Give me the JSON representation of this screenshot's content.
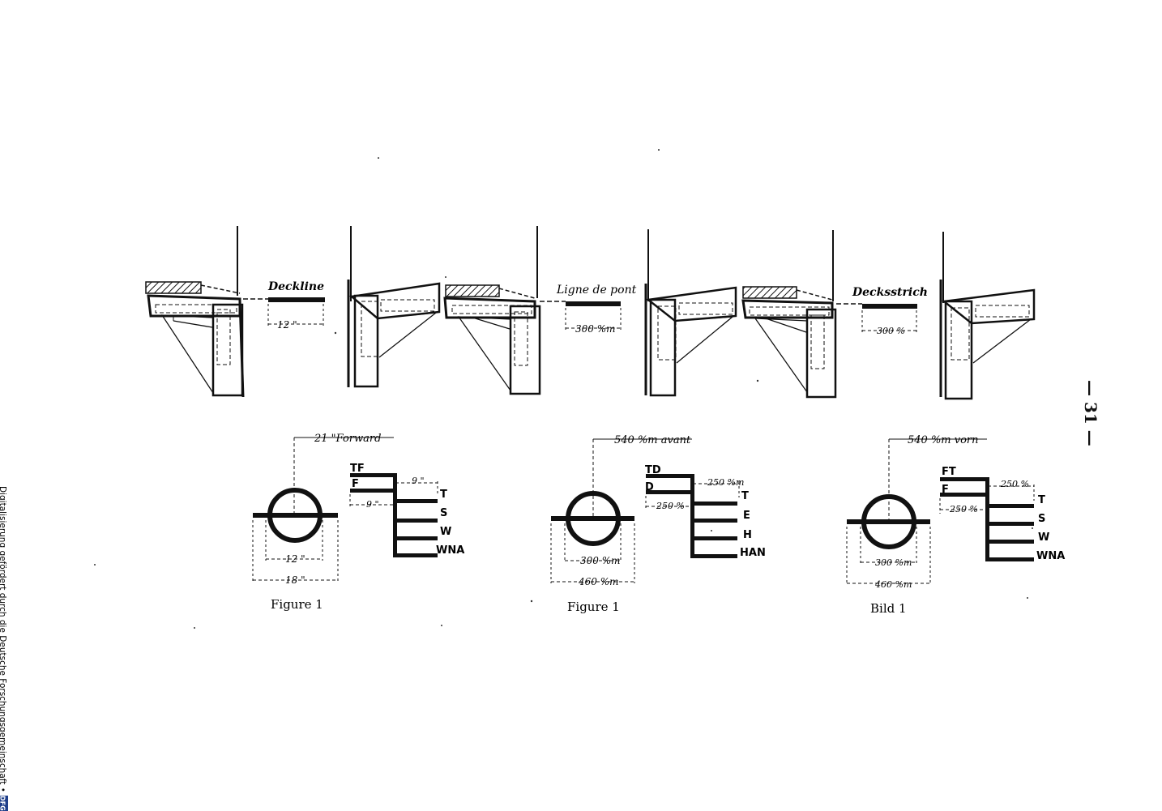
{
  "page_number": "— 31 —",
  "side_credit": "Digitalisierung gefördert durch die Deutsche Forschungsgemeinschaft •",
  "side_logo": "DFG",
  "colors": {
    "ink": "#111111",
    "paper": "#ffffff",
    "logo": "#1f3f8a"
  },
  "top_panels": [
    {
      "deck_label": "Deckline",
      "width_label": "12 \""
    },
    {
      "deck_label": "Ligne de pont",
      "width_label": "300 %m"
    },
    {
      "deck_label": "Decksstrich",
      "width_label": "300 %"
    }
  ],
  "bottom_panels": [
    {
      "forward_label": "21 \"Forward",
      "inner_dim": "12 \"",
      "outer_dim": "18 \"",
      "caption": "Figure 1",
      "upper_line_labels": [
        "TF",
        "F"
      ],
      "upper_dims": [
        "9 \"",
        "9 \""
      ],
      "step_labels": [
        "T",
        "S",
        "W",
        "WNA"
      ]
    },
    {
      "forward_label": "540 %m avant",
      "inner_dim": "300 %m",
      "outer_dim": "460 %m",
      "caption": "Figure 1",
      "upper_line_labels": [
        "TD",
        "D"
      ],
      "upper_dims": [
        "250 %m",
        "250 %"
      ],
      "step_labels": [
        "T",
        "E",
        "H",
        "HAN"
      ]
    },
    {
      "forward_label": "540 %m vorn",
      "inner_dim": "300 %m",
      "outer_dim": "460 %m",
      "caption": "Bild 1",
      "upper_line_labels": [
        "FT",
        "F"
      ],
      "upper_dims": [
        "250 %",
        "250 %"
      ],
      "step_labels": [
        "T",
        "S",
        "W",
        "WNA"
      ]
    }
  ]
}
